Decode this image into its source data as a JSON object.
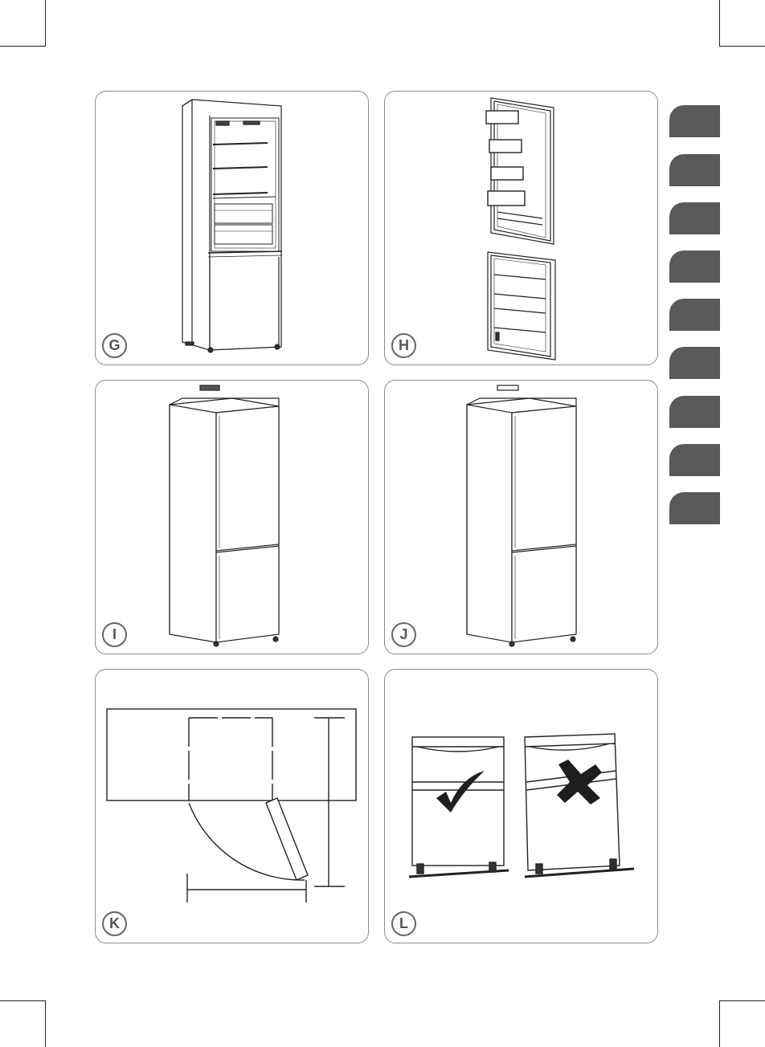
{
  "panels": [
    {
      "id": "G",
      "label": "G"
    },
    {
      "id": "H",
      "label": "H"
    },
    {
      "id": "I",
      "label": "I"
    },
    {
      "id": "J",
      "label": "J"
    },
    {
      "id": "K",
      "label": "K"
    },
    {
      "id": "L",
      "label": "L"
    }
  ],
  "language_tabs": 9,
  "icons": {
    "correct": "checkmark-icon",
    "incorrect": "cross-icon"
  },
  "colors": {
    "tab": "#595959",
    "line": "#222222",
    "border": "#8c8c8c"
  }
}
